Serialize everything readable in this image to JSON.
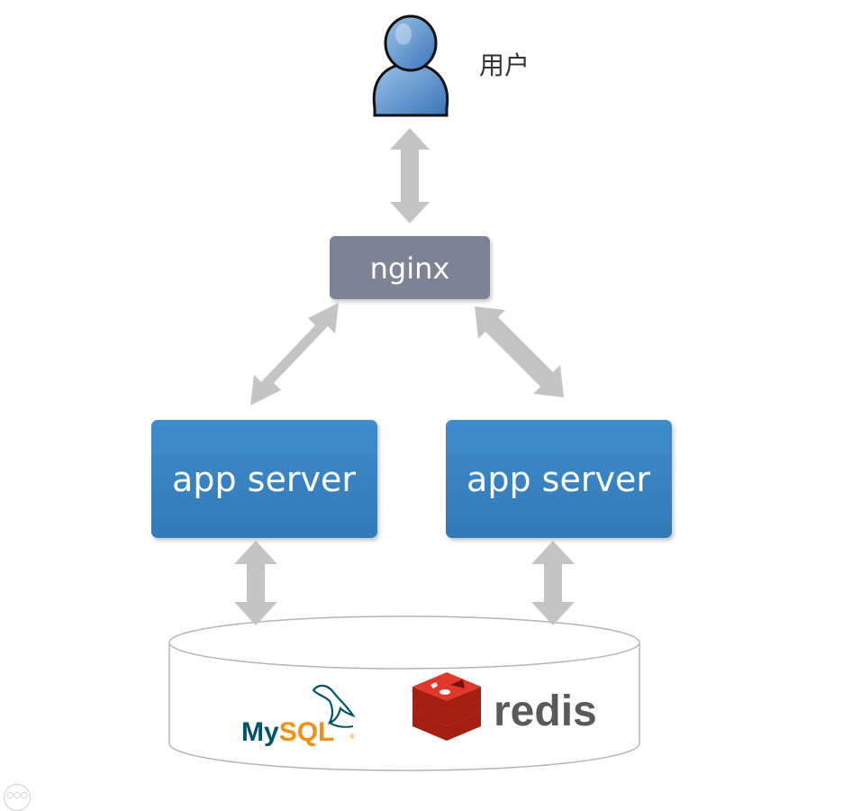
{
  "user": {
    "label": "用户",
    "icon": "user-icon"
  },
  "nginx": {
    "label": "nginx",
    "color": "#7b8394"
  },
  "app_servers": [
    {
      "label": "app server",
      "color": "#3884c4"
    },
    {
      "label": "app server",
      "color": "#3884c4"
    }
  ],
  "storage": {
    "mysql": {
      "label": "MySQL",
      "icon": "mysql-dolphin-icon",
      "colors": {
        "my": "#00546b",
        "sql": "#f29111"
      }
    },
    "redis": {
      "label": "redis",
      "icon": "redis-cube-icon",
      "color": "#d82c20"
    }
  },
  "connector_color": "#c4c4c4",
  "corner_icon": "more-options-icon"
}
